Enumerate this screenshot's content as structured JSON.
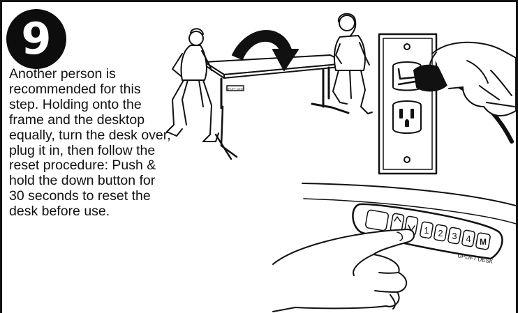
{
  "step": {
    "number": "9",
    "instructions": "Another person is recommended for this step. Holding onto the frame and the desktop equally, turn the desk over, plug it in, then follow the reset procedure: Push & hold the down button for 30 seconds to reset the desk before use."
  },
  "keypad": {
    "keys": [
      "1",
      "2",
      "3",
      "4",
      "M"
    ],
    "brand": "UPLIFT DESK"
  },
  "desk_label": "UPLIFT DESK"
}
